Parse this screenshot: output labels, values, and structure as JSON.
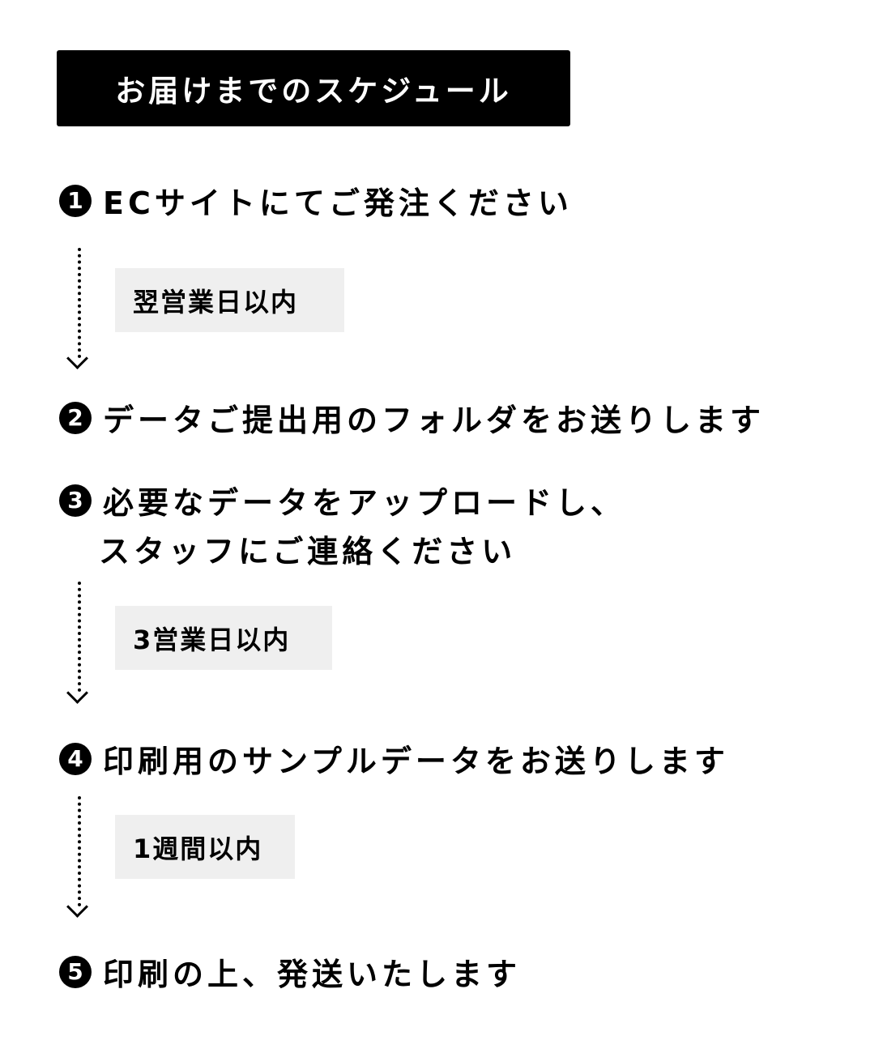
{
  "title": "お届けまでのスケジュール",
  "steps": [
    {
      "number": "1",
      "text": "ECサイトにてご発注ください"
    },
    {
      "number": "2",
      "text": "データご提出用のフォルダをお送りします"
    },
    {
      "number": "3",
      "text": "必要なデータをアップロードし、",
      "text_line2": "スタッフにご連絡ください"
    },
    {
      "number": "4",
      "text": "印刷用のサンプルデータをお送りします"
    },
    {
      "number": "5",
      "text": "印刷の上、発送いたします"
    }
  ],
  "durations": [
    "翌営業日以内",
    "3営業日以内",
    "1週間以内"
  ]
}
